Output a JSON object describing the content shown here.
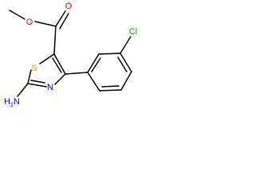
{
  "atoms": {
    "S": {
      "text": "S",
      "color": "#c8a800"
    },
    "N_ring": {
      "text": "N",
      "color": "#0000ff"
    },
    "NH2": {
      "text": "H",
      "sub": "2",
      "tail": "N",
      "color": "#0000ff"
    },
    "O_ether": {
      "text": "O",
      "color": "#ff0000"
    },
    "O_carbonyl": {
      "text": "O",
      "color": "#ff0000"
    },
    "Cl": {
      "text": "Cl",
      "color": "#00b300"
    }
  }
}
